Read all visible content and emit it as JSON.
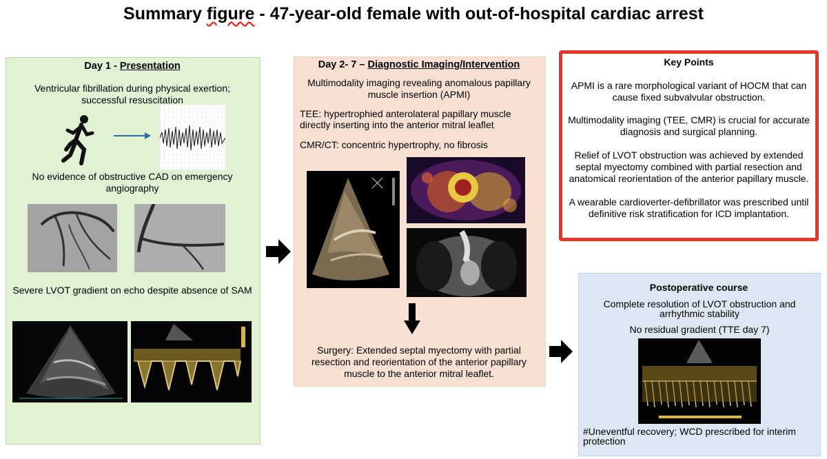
{
  "title": {
    "part1": "Summary ",
    "underlined": "figure",
    "part2": " - 47-year-old female with out-of-hospital cardiac arrest"
  },
  "day1": {
    "heading_prefix": "Day 1 - ",
    "heading_underlined": "Presentation",
    "text1": "Ventricular fibrillation during physical exertion; successful resuscitation",
    "text2": "No evidence of obstructive CAD on emergency angiography",
    "text3": "Severe LVOT gradient on echo despite absence of SAM"
  },
  "day2": {
    "heading_prefix": "Day 2- 7 – ",
    "heading_underlined": "Diagnostic Imaging/Intervention",
    "text1": "Multimodality imaging revealing anomalous papillary muscle insertion (APMI)",
    "text2": "TEE: hypertrophied anterolateral papillary muscle directly inserting into the anterior mitral leaflet",
    "text3": "CMR/CT: concentric hypertrophy, no fibrosis",
    "surgery": "Surgery: Extended septal myectomy with partial resection and reorientation of the anterior papillary muscle to the anterior mitral leaflet."
  },
  "key_points": {
    "heading": "Key Points",
    "p1": "APMI is a rare morphological variant of HOCM that can cause fixed subvalvular obstruction.",
    "p2": "Multimodality imaging (TEE, CMR) is crucial for accurate diagnosis and surgical planning.",
    "p3": "Relief of LVOT obstruction was achieved by extended septal myectomy combined with partial resection and anatomical reorientation of the anterior papillary muscle.",
    "p4": "A wearable cardioverter-defibrillator was prescribed until definitive risk stratification for ICD implantation."
  },
  "postop": {
    "heading": "Postoperative course",
    "text1": "Complete resolution of LVOT obstruction and arrhythmic stability",
    "text2": "No residual gradient (TTE day 7)",
    "text3": "#Uneventful recovery; WCD prescribed for interim protection"
  },
  "colors": {
    "panel1_bg": "#e1f2d4",
    "panel2_bg": "#f8e0d3",
    "keypoints_border": "#e5362a",
    "panel4_bg": "#dde7f3",
    "arrow": "#2e6da4"
  },
  "icons": [
    "runner-icon",
    "arrow-right-icon",
    "ecg-vf-strip",
    "arrow-down-icon"
  ]
}
